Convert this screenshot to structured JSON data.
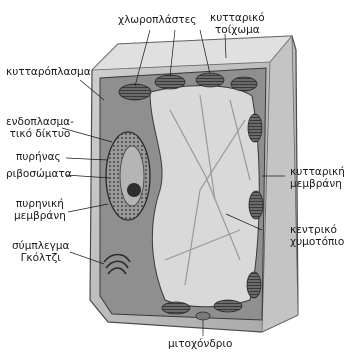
{
  "labels": {
    "chloroplasts": "χλωροπλάστες",
    "cell_wall": "κυτταρικό\nτοίχωμα",
    "cytoplasm": "κυτταρόπλασμα",
    "endoplasmic_reticulum": "ενδοπλασμα-\nτικό δίκτυο",
    "nucleus": "πυρήνας",
    "ribosomes": "ριβοσώματα",
    "nuclear_membrane": "πυρηνική\nμεμβράνη",
    "golgi": "σύμπλεγμα\nΓκόλτζι",
    "mitochondrion": "μιτοχόνδριο",
    "cell_membrane": "κυτταρική\nμεμβράνη",
    "central_vacuole": "κεντρικό\nχυμοτόπιο"
  },
  "colors": {
    "wall": "#bdbdbd",
    "cytoplasm": "#8f8f8f",
    "vacuole": "#d9d9d9",
    "chloroplast": "#5b5b5b",
    "outline": "#3a3a3a"
  }
}
